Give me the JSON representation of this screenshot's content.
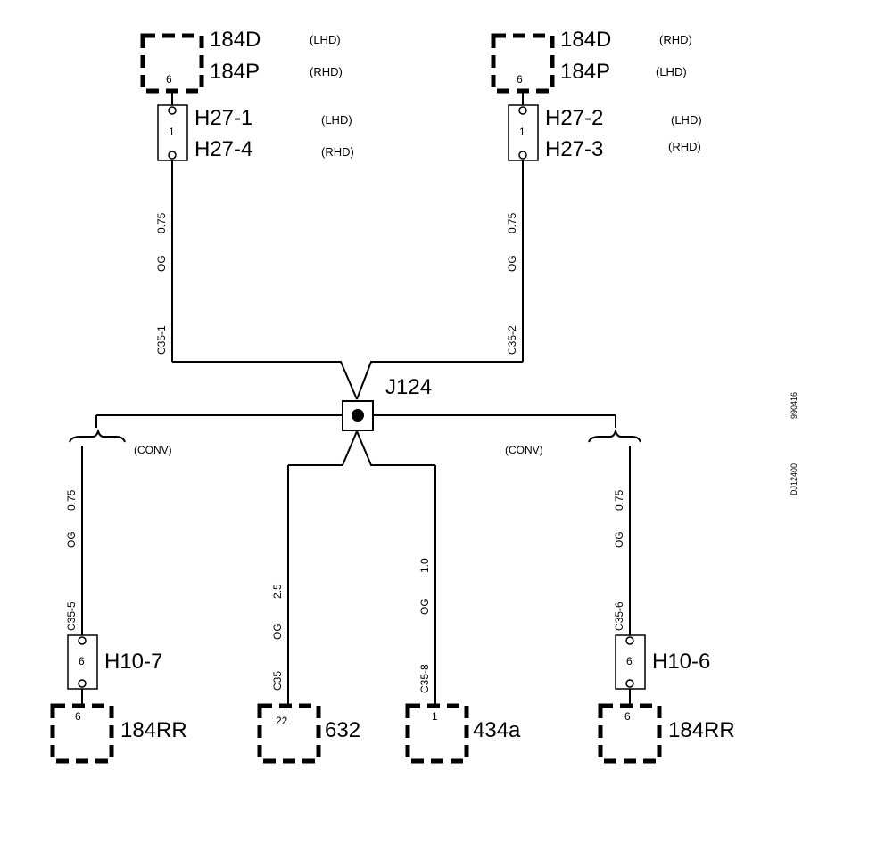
{
  "top_left": {
    "comp_labels": [
      "184D",
      "184P"
    ],
    "comp_regions": [
      "(LHD)",
      "(RHD)"
    ],
    "comp_pin": "6",
    "conn_labels": [
      "H27-1",
      "H27-4"
    ],
    "conn_regions": [
      "(LHD)",
      "(RHD)"
    ],
    "conn_pin": "1",
    "wire_size": "0.75",
    "wire_color": "OG",
    "circuit": "C35-1"
  },
  "top_right": {
    "comp_labels": [
      "184D",
      "184P"
    ],
    "comp_regions": [
      "(RHD)",
      "(LHD)"
    ],
    "comp_pin": "6",
    "conn_labels": [
      "H27-2",
      "H27-3"
    ],
    "conn_regions": [
      "(LHD)",
      "(RHD)"
    ],
    "conn_pin": "1",
    "wire_size": "0.75",
    "wire_color": "OG",
    "circuit": "C35-2"
  },
  "splice": {
    "label": "J124"
  },
  "option_left": "(CONV)",
  "option_right": "(CONV)",
  "bottom_1": {
    "wire_size": "0.75",
    "wire_color": "OG",
    "circuit": "C35-5",
    "conn_label": "H10-7",
    "conn_pin": "6",
    "comp_pin": "6",
    "comp_label": "184RR"
  },
  "bottom_2": {
    "wire_size": "2.5",
    "wire_color": "OG",
    "circuit": "C35",
    "comp_pin": "22",
    "comp_label": "632"
  },
  "bottom_3": {
    "wire_size": "1.0",
    "wire_color": "OG",
    "circuit": "C35-8",
    "comp_pin": "1",
    "comp_label": "434a"
  },
  "bottom_4": {
    "wire_size": "0.75",
    "wire_color": "OG",
    "circuit": "C35-6",
    "conn_label": "H10-6",
    "conn_pin": "6",
    "comp_pin": "6",
    "comp_label": "184RR"
  },
  "side_codes": [
    "990416",
    "DJ12400"
  ]
}
